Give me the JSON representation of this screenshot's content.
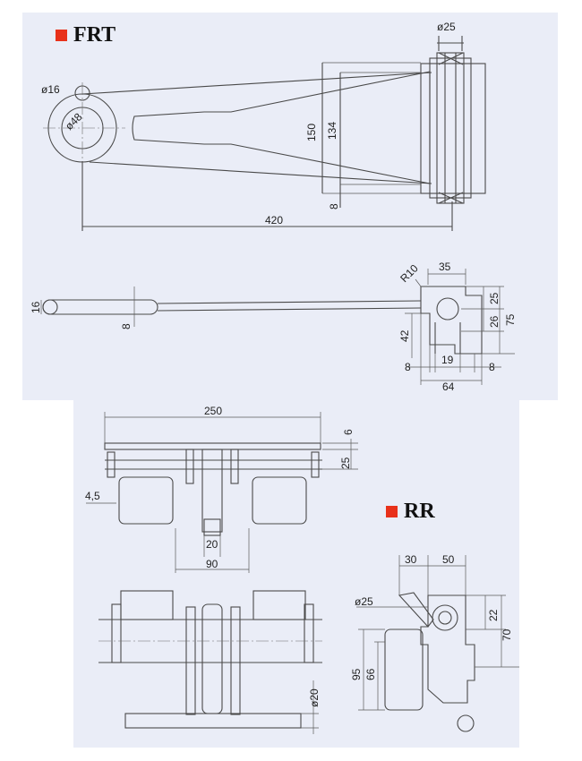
{
  "sections": {
    "frt": {
      "title": "FRT",
      "accent_color": "#e8311a"
    },
    "rr": {
      "title": "RR",
      "accent_color": "#e8311a"
    }
  },
  "dimensions": {
    "frt_top": {
      "d25": "ø25",
      "d16": "ø16",
      "d48": "ø48",
      "h150": "150",
      "h134": "134",
      "h8": "8",
      "w420": "420"
    },
    "frt_side": {
      "r10": "R10",
      "w35": "35",
      "t16": "16",
      "t8": "8",
      "v25": "25",
      "v26": "26",
      "v75": "75",
      "v42": "42",
      "b8a": "8",
      "b19": "19",
      "b8b": "8",
      "b64": "64"
    },
    "rr_top": {
      "w250": "250",
      "v6": "6",
      "v25": "25",
      "l45": "4,5",
      "w20": "20",
      "w90": "90"
    },
    "rr_front": {
      "d20": "ø20"
    },
    "rr_side": {
      "w30": "30",
      "w50": "50",
      "d25": "ø25",
      "v22": "22",
      "v70": "70",
      "v95": "95",
      "v66": "66"
    }
  },
  "colors": {
    "panel_bg": "#eaedf7",
    "line": "#4a4a4a"
  }
}
